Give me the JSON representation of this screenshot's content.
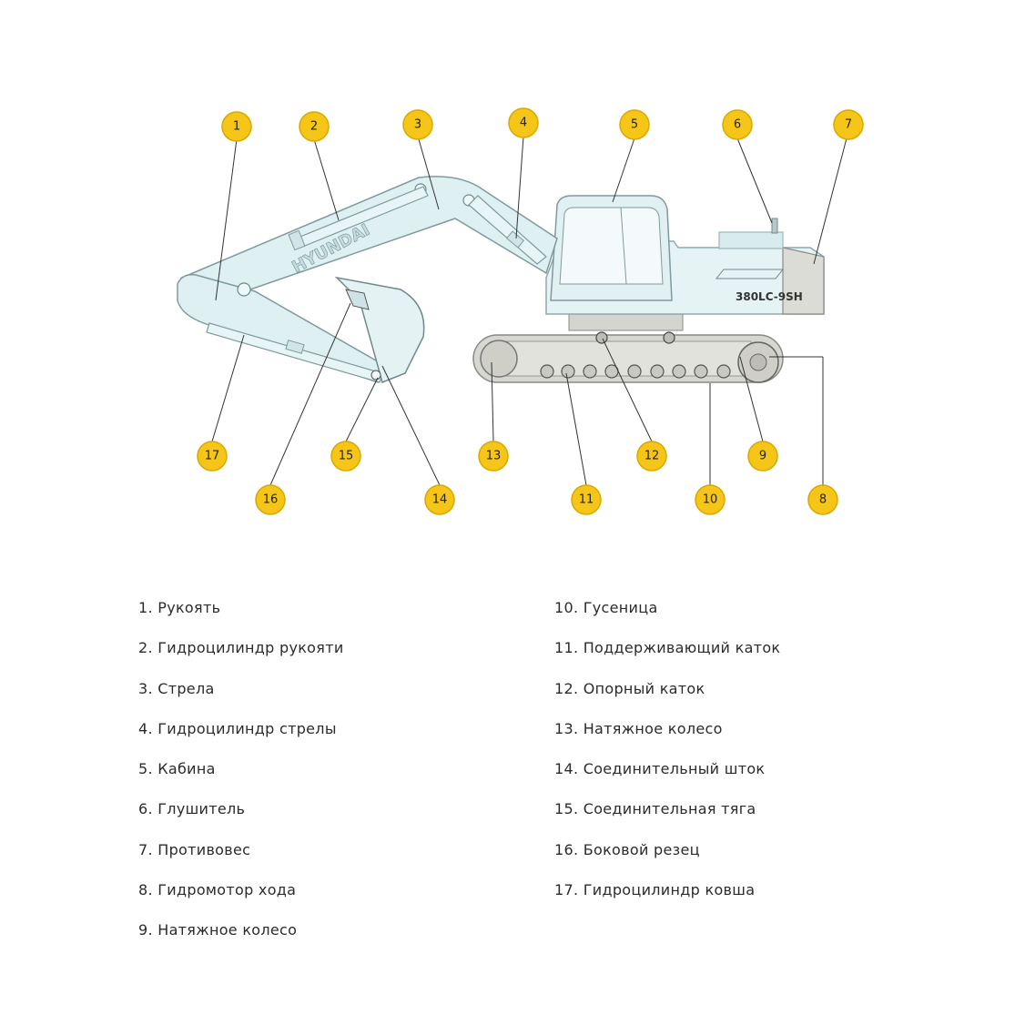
{
  "diagram": {
    "brand_text": "HYUNDAI",
    "model_text": "380LC-9SH",
    "parts": [
      {
        "num": "1",
        "label": "Рукоять"
      },
      {
        "num": "2",
        "label": "Гидроцилиндр рукояти"
      },
      {
        "num": "3",
        "label": "Стрела"
      },
      {
        "num": "4",
        "label": "Гидроцилиндр стрелы"
      },
      {
        "num": "5",
        "label": "Кабина"
      },
      {
        "num": "6",
        "label": "Глушитель"
      },
      {
        "num": "7",
        "label": "Противовес"
      },
      {
        "num": "8",
        "label": "Гидромотор хода"
      },
      {
        "num": "9",
        "label": "Натяжное колесо"
      },
      {
        "num": "10",
        "label": "Гусеница"
      },
      {
        "num": "11",
        "label": "Поддерживающий каток"
      },
      {
        "num": "12",
        "label": "Опорный каток"
      },
      {
        "num": "13",
        "label": "Натяжное колесо"
      },
      {
        "num": "14",
        "label": "Соединительный шток"
      },
      {
        "num": "15",
        "label": "Соединительная тяга"
      },
      {
        "num": "16",
        "label": "Боковой резец"
      },
      {
        "num": "17",
        "label": "Гидроцилиндр ковша"
      }
    ],
    "colors": {
      "marker": "#f5c518",
      "machine_light": "#d8eef0",
      "undercarriage": "#dcdcd6"
    }
  },
  "legend": {
    "left": [
      "1. Рукоять",
      "2. Гидроцилиндр рукояти",
      "3. Стрела",
      "4. Гидроцилиндр стрелы",
      "5. Кабина",
      "6. Глушитель",
      "7. Противовес",
      "8. Гидромотор хода",
      "9. Натяжное колесо"
    ],
    "right": [
      "10. Гусеница",
      "11. Поддерживающий каток",
      "12. Опорный каток",
      "13. Натяжное колесо",
      "14. Соединительный шток",
      "15. Соединительная тяга",
      "16. Боковой резец",
      "17. Гидроцилиндр ковша"
    ]
  }
}
